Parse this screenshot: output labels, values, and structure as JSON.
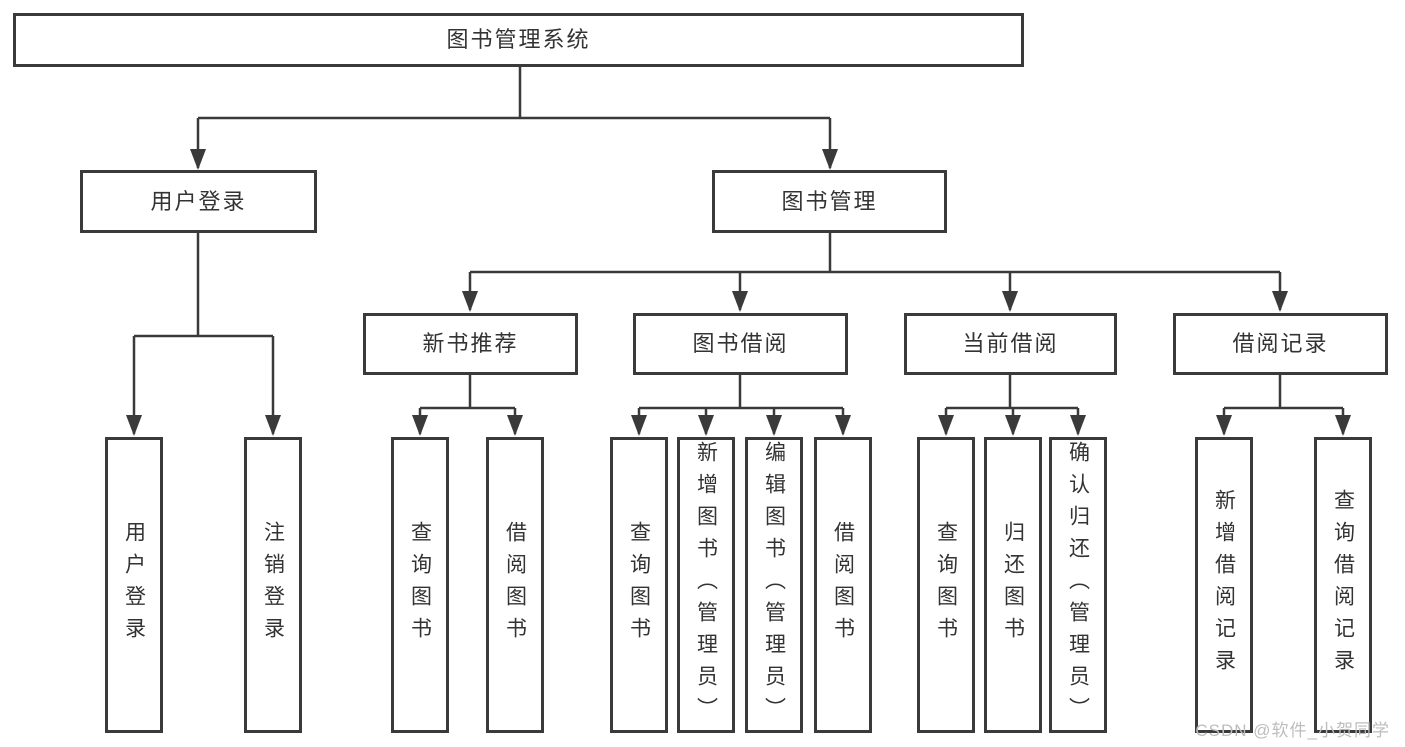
{
  "nodes": {
    "root": "图书管理系统",
    "l2": [
      "用户登录",
      "图书管理"
    ],
    "l3": [
      "新书推荐",
      "图书借阅",
      "当前借阅",
      "借阅记录"
    ],
    "leaves_user": [
      "用户登录",
      "注销登录"
    ],
    "leaves_new": [
      "查询图书",
      "借阅图书"
    ],
    "leaves_borrow": [
      "查询图书",
      "新增图书（管理员）",
      "编辑图书（管理员）",
      "借阅图书"
    ],
    "leaves_current": [
      "查询图书",
      "归还图书",
      "确认归还（管理员）"
    ],
    "leaves_record": [
      "新增借阅记录",
      "查询借阅记录"
    ]
  },
  "watermark": {
    "text": "CSDN @软件_小贺同学"
  },
  "colors": {
    "line": "#3a3a3a",
    "text": "#333333",
    "watermark": "#bdbdbd",
    "background": "#ffffff"
  }
}
